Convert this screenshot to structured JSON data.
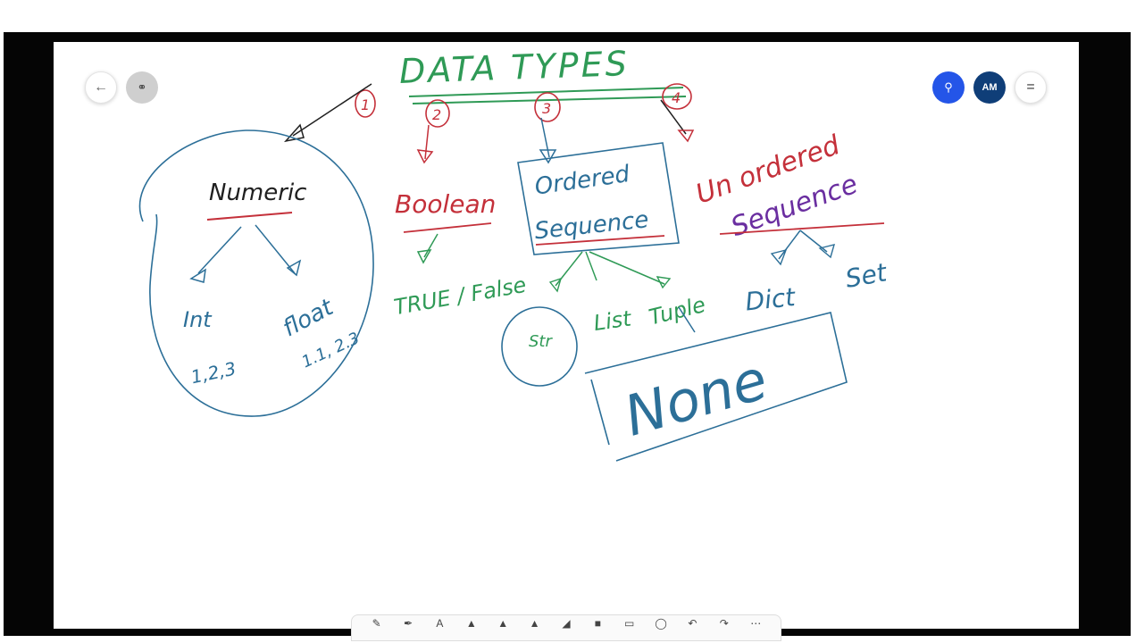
{
  "toolbar": {
    "back_icon": "arrow-left-icon",
    "share_icon": "link-icon",
    "user_icon": "user-icon",
    "avatar_initials": "AM",
    "menu_icon": "hamburger-menu-icon"
  },
  "drawing_tools": [
    {
      "name": "pen-tool",
      "glyph": "✎"
    },
    {
      "name": "marker-tool",
      "glyph": "✒"
    },
    {
      "name": "text-tool",
      "glyph": "A"
    },
    {
      "name": "highlighter-tool",
      "glyph": "▲"
    },
    {
      "name": "shape-tool",
      "glyph": "▲"
    },
    {
      "name": "line-tool",
      "glyph": "▲"
    },
    {
      "name": "eraser-tool",
      "glyph": "◢"
    },
    {
      "name": "color-tool",
      "glyph": "■"
    },
    {
      "name": "image-tool",
      "glyph": "▭"
    },
    {
      "name": "clock-tool",
      "glyph": "◯"
    },
    {
      "name": "undo-tool",
      "glyph": "↶"
    },
    {
      "name": "redo-tool",
      "glyph": "↷"
    },
    {
      "name": "more-tool",
      "glyph": "⋯"
    }
  ],
  "whiteboard": {
    "title": "DATA TYPES",
    "markers": [
      "1",
      "2",
      "3",
      "4"
    ],
    "categories": {
      "numeric": "Numeric",
      "boolean": "Boolean",
      "ordered": [
        "Ordered",
        "Sequence"
      ],
      "unordered": [
        "Un ordered",
        "Sequence"
      ]
    },
    "numeric_children": {
      "int": "Int",
      "int_examples": "1,2,3",
      "float": "float",
      "float_examples": "1.1, 2.3"
    },
    "boolean_value": "TRUE / False",
    "ordered_children": [
      "Str",
      "List",
      "Tuple"
    ],
    "unordered_children": [
      "Dict",
      "Set"
    ],
    "none_label": "None"
  },
  "colors": {
    "blue_ink": "#2c6f98",
    "green_ink": "#2f9a56",
    "red_ink": "#c4303a",
    "black_ink": "#202020"
  }
}
